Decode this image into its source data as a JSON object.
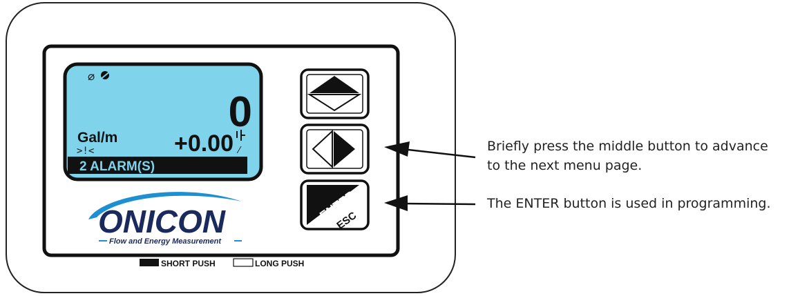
{
  "display": {
    "status_icons": "⌀",
    "value_large": "0",
    "units": "Gal/m",
    "value_small": "+0.00",
    "alarm_text": "2 ALARM(S)",
    "bg_color": "#7fd3ea"
  },
  "buttons": {
    "top": {
      "icon": "up-down-triangle-icon"
    },
    "middle": {
      "icon": "left-right-triangle-icon"
    },
    "bottom": {
      "label_enter": "ENTER",
      "label_esc": "ESC"
    }
  },
  "logo": {
    "brand": "ONICON",
    "tagline": "Flow and Energy Measurement"
  },
  "legend": {
    "short_push": "SHORT PUSH",
    "long_push": "LONG PUSH"
  },
  "callouts": {
    "middle_line1": "Briefly press the middle button to advance",
    "middle_line2": "to the next menu page.",
    "enter": "The ENTER button is used in programming."
  },
  "colors": {
    "brand_blue": "#1e8fd0",
    "brand_dark": "#1a2a5c"
  }
}
